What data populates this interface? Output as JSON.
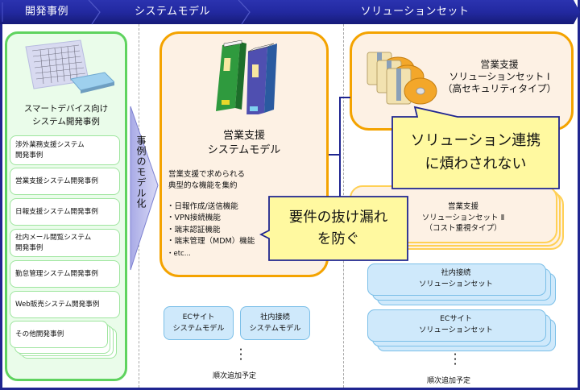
{
  "header": {
    "columns": [
      {
        "label": "開発事例"
      },
      {
        "label": "システムモデル"
      },
      {
        "label": "ソリューションセット"
      }
    ],
    "color": "#1f2590"
  },
  "development": {
    "illustration": "tablet-spreadsheet-icon",
    "title_lines": [
      "スマートデバイス向け",
      "システム開発事例"
    ],
    "cases": [
      {
        "lines": [
          "渉外業務支援システム",
          "開発事例"
        ]
      },
      {
        "lines": [
          "営業支援システム開発事例"
        ]
      },
      {
        "lines": [
          "日報支援システム開発事例"
        ]
      },
      {
        "lines": [
          "社内メール閲覧システム",
          "開発事例"
        ]
      },
      {
        "lines": [
          "勤怠管理システム開発事例"
        ]
      },
      {
        "lines": [
          "Web販売システム開発事例"
        ]
      },
      {
        "lines": [
          "その他開発事例"
        ]
      }
    ],
    "panel_color": "#5fd35f"
  },
  "modeling_arrow": {
    "label": "事例のモデル化"
  },
  "system_model": {
    "illustration": "binders-icon",
    "title_lines": [
      "営業支援",
      "システムモデル"
    ],
    "description_lines": [
      "営業支援で求められる",
      "典型的な機能を集約"
    ],
    "features": [
      "・日報作成/送信機能",
      "・VPN接続機能",
      "・端末認証機能",
      "・端末管理（MDM）機能",
      "・etc..."
    ],
    "other_models": [
      {
        "lines": [
          "ECサイト",
          "システムモデル"
        ]
      },
      {
        "lines": [
          "社内接続",
          "システムモデル"
        ]
      }
    ],
    "dots": "・",
    "planned_label": "順次追加予定",
    "panel_color": "#f4a300"
  },
  "solution_sets": {
    "set1": {
      "illustration": "software-package-discs-icon",
      "lines": [
        "営業支援",
        "ソリューションセット Ⅰ",
        "（高セキュリティタイプ）"
      ]
    },
    "set2": {
      "lines": [
        "営業支援",
        "ソリューションセット Ⅱ",
        "（コスト重視タイプ）"
      ]
    },
    "others": [
      {
        "lines": [
          "社内接続",
          "ソリューションセット"
        ]
      },
      {
        "lines": [
          "ECサイト",
          "ソリューションセット"
        ]
      }
    ],
    "dots": "・",
    "planned_label": "順次追加予定"
  },
  "callouts": {
    "requirements": {
      "lines": [
        "要件の抜け漏れ",
        "を防ぐ"
      ]
    },
    "integration": {
      "lines": [
        "ソリューション連携",
        "に煩わされない"
      ]
    },
    "fill": "#fff9a0",
    "stroke": "#1f2590"
  }
}
